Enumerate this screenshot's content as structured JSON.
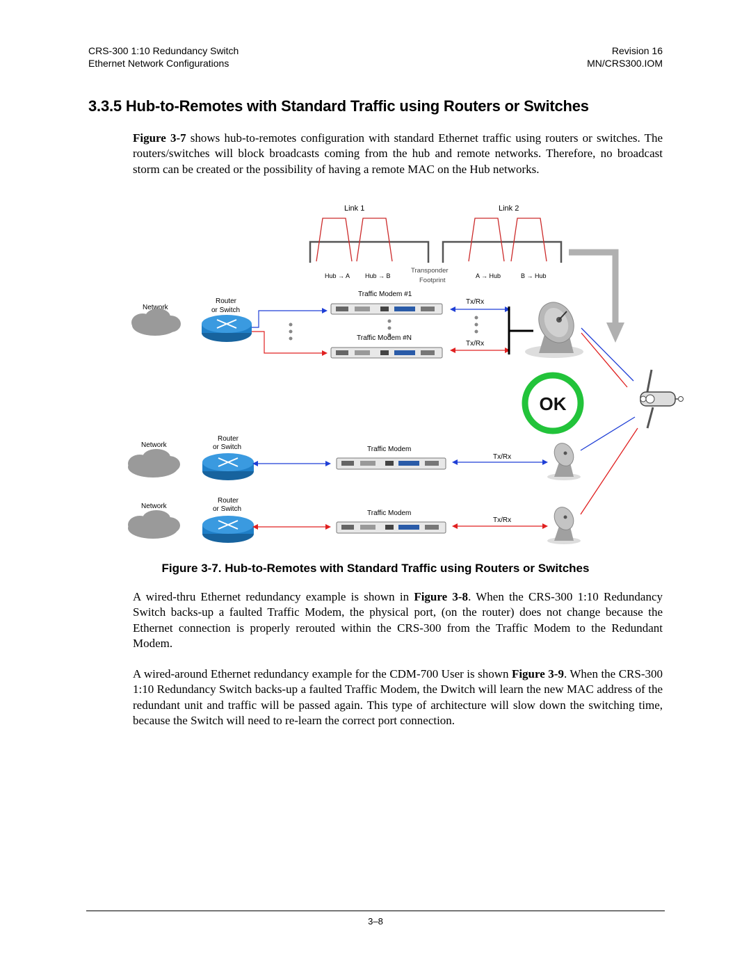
{
  "header": {
    "left_line1": "CRS-300 1:10 Redundancy Switch",
    "left_line2": "Ethernet Network Configurations",
    "right_line1": "Revision 16",
    "right_line2": "MN/CRS300.IOM"
  },
  "section": {
    "title": "3.3.5 Hub-to-Remotes with Standard Traffic using Routers or Switches"
  },
  "para1": {
    "ref": "Figure 3-7",
    "text": " shows hub-to-remotes configuration with standard Ethernet traffic using routers or switches. The routers/switches will block broadcasts coming from the hub and remote networks. Therefore, no broadcast storm can be created or the possibility of having a remote MAC on the Hub networks."
  },
  "figure": {
    "link1": "Link 1",
    "link2": "Link 2",
    "carrier_hub_a": "Hub → A",
    "carrier_hub_b": "Hub → B",
    "transponder_line1": "Transponder",
    "transponder_line2": "Footprint",
    "carrier_a_hub": "A → Hub",
    "carrier_b_hub": "B → Hub",
    "hub_network": "Network",
    "hub_router_line1": "Router",
    "hub_router_line2": "or Switch",
    "modem1_label": "Traffic Modem #1",
    "modemN_label": "Traffic Modem #N",
    "txrx_1": "Tx/Rx",
    "txrx_n": "Tx/Rx",
    "ok_label": "OK",
    "remote1_network": "Network",
    "remote1_router_line1": "Router",
    "remote1_router_line2": "or Switch",
    "remote1_modem": "Traffic Modem",
    "remote1_txrx": "Tx/Rx",
    "remote2_network": "Network",
    "remote2_router_line1": "Router",
    "remote2_router_line2": "or Switch",
    "remote2_modem": "Traffic Modem",
    "remote2_txrx": "Tx/Rx",
    "caption": "Figure 3-7. Hub-to-Remotes with Standard Traffic using Routers or Switches"
  },
  "para2": {
    "t1": "A wired-thru Ethernet redundancy example is shown in ",
    "ref": "Figure 3-8",
    "t2": ". When the CRS-300 1:10 Redundancy Switch backs-up a faulted Traffic Modem, the physical port, (on the router) does not change because the Ethernet connection is properly rerouted within the CRS-300 from the Traffic Modem to the Redundant Modem."
  },
  "para3": {
    "t1": "A wired-around Ethernet redundancy example for the CDM-700 User is shown ",
    "ref": "Figure 3-9",
    "t2": ". When the CRS-300 1:10 Redundancy Switch backs-up a faulted Traffic Modem, the Dwitch will learn the new MAC address of the redundant unit and traffic will be passed again. This type of architecture will slow down the switching time, because the Switch will need to re-learn the correct port connection."
  },
  "footer": {
    "page_number": "3–8"
  },
  "colors": {
    "blue_link": "#1f3fd6",
    "red_link": "#e02020",
    "carrier": "#cc2a2a",
    "ok_ring": "#22c33a",
    "router": "#1f7fc8"
  }
}
